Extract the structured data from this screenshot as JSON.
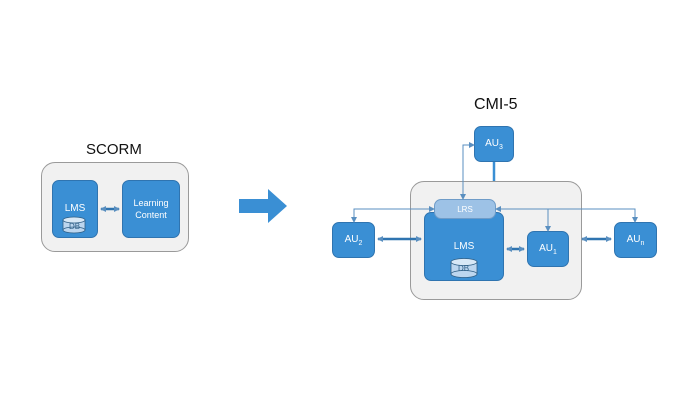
{
  "scorm": {
    "title": "SCORM",
    "lms_label": "LMS",
    "db_label": "DB",
    "content_label_line1": "Learning",
    "content_label_line2": "Content"
  },
  "cmi5": {
    "title": "CMI-5",
    "lrs_label": "LRS",
    "lms_label": "LMS",
    "db_label": "DB",
    "au_top": {
      "base": "AU",
      "sub": "3"
    },
    "au_left": {
      "base": "AU",
      "sub": "2"
    },
    "au_inner": {
      "base": "AU",
      "sub": "1"
    },
    "au_right": {
      "base": "AU",
      "sub": "n"
    }
  },
  "colors": {
    "box_fill": "#3a8fd4",
    "box_border": "#2f74b0",
    "lrs_fill": "#9dc2e6",
    "container_fill": "#f1f1f1",
    "arrow_fill": "#3a8fd4",
    "connector": "#5a8fc0"
  }
}
